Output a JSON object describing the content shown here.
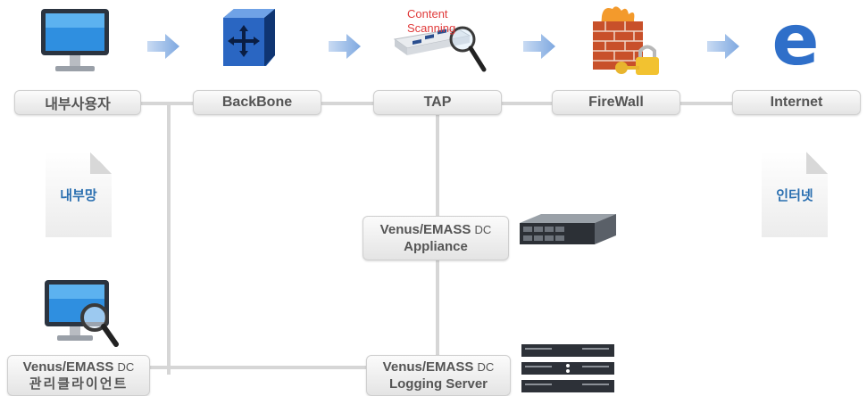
{
  "nodes": {
    "internal_user": "내부사용자",
    "backbone": "BackBone",
    "tap": "TAP",
    "firewall": "FireWall",
    "internet": "Internet"
  },
  "tap_overlay": {
    "line1": "Content",
    "line2": "Scanning"
  },
  "zones": {
    "internal": "내부망",
    "internet": "인터넷"
  },
  "appliance": {
    "name": "Venus/EMASS",
    "suffix": "DC",
    "line2": "Appliance"
  },
  "logging": {
    "name": "Venus/EMASS",
    "suffix": "DC",
    "line2": "Logging Server"
  },
  "client": {
    "name": "Venus/EMASS",
    "suffix": "DC",
    "line2": "관리클라이언트"
  },
  "colors": {
    "arrow": "#8fb5e6",
    "zone_text": "#2a6fb0",
    "line": "#d6d6d6",
    "internet_icon": "#2f6fc9",
    "content_scanning_text": "#e03b3b"
  }
}
